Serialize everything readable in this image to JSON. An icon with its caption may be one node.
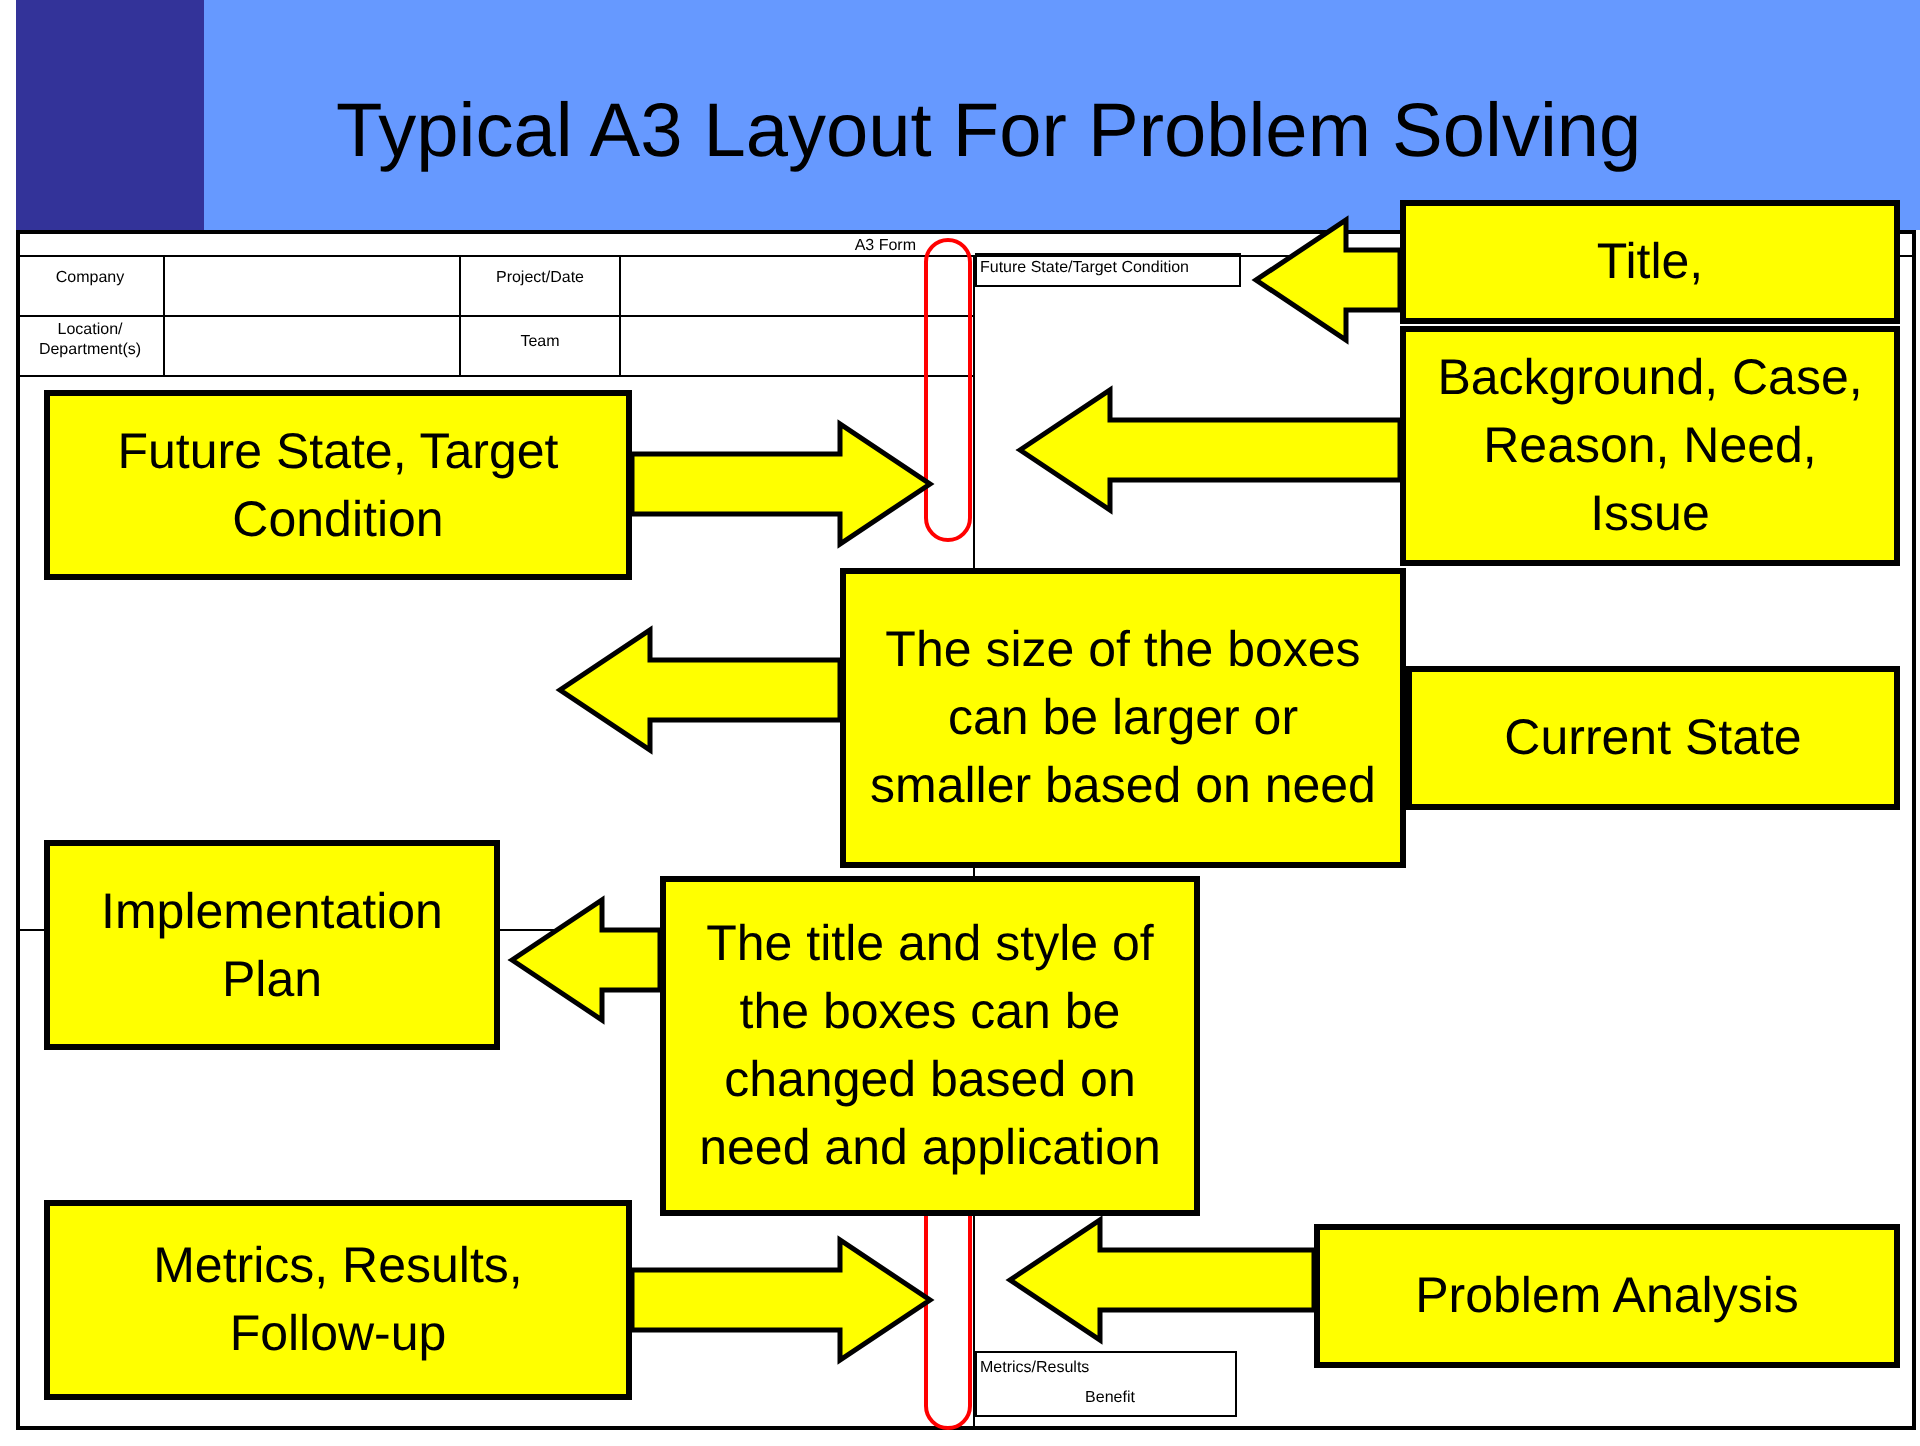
{
  "diagram": {
    "title": "Typical A3 Layout For Problem Solving",
    "nodes": [
      {
        "text": [
          "Title,"
        ]
      },
      {
        "text": [
          "Background, Case, Reason, Need, Issue"
        ]
      },
      {
        "text": [
          "Future State, Target Condition"
        ]
      },
      {
        "text": [
          "The size of the boxes can be larger or smaller based on need"
        ]
      },
      {
        "text": [
          "Current State"
        ]
      },
      {
        "text": [
          "The title and style of the boxes can be changed based on need and application"
        ]
      },
      {
        "text": [
          "Implementation Plan"
        ]
      },
      {
        "text": [
          "Problem Analysis"
        ]
      },
      {
        "text": [
          "Metrics, Results, Follow-up"
        ]
      }
    ],
    "edges": [
      {
        "from": 0,
        "to": null,
        "arrow": "to"
      },
      {
        "from": 1,
        "to": null,
        "arrow": "to"
      },
      {
        "from": 2,
        "to": null,
        "arrow": "to"
      },
      {
        "from": 3,
        "to": null,
        "arrow": "to"
      },
      {
        "from": 5,
        "to": null,
        "arrow": "to"
      },
      {
        "from": 7,
        "to": null,
        "arrow": "to"
      },
      {
        "from": 8,
        "to": null,
        "arrow": "to"
      }
    ],
    "labels": [
      "A3 Form",
      "Company",
      "Project/Date",
      "Location/ Department(s)",
      "Team",
      "Future State/Target Condition",
      "Metrics/Results",
      "Benefit"
    ]
  }
}
